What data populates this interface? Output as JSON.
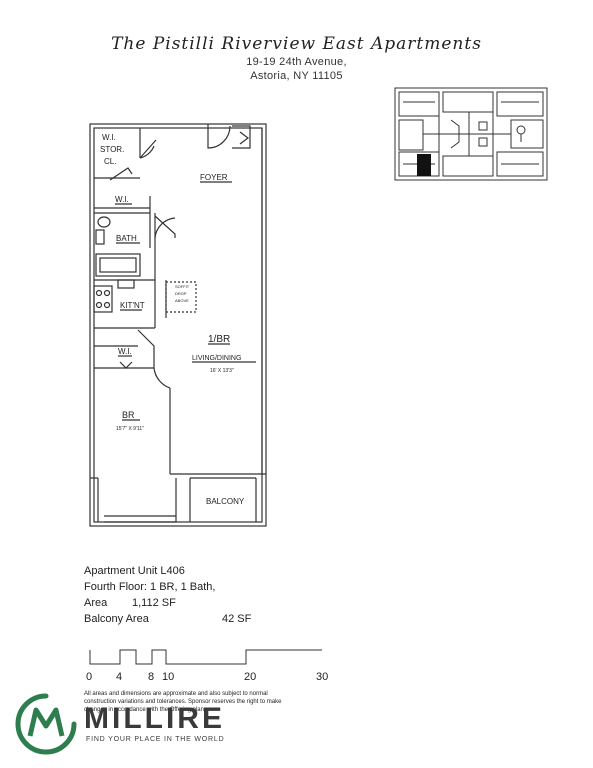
{
  "header": {
    "title": "The Pistilli Riverview East Apartments",
    "address_line1": "19-19 24th Avenue,",
    "address_line2": "Astoria, NY 11105"
  },
  "floorplan": {
    "rooms": {
      "wi_stor_cl_1": "W.I.",
      "wi_stor_cl_2": "STOR.",
      "wi_stor_cl_3": "CL.",
      "foyer": "FOYER",
      "wi_upper": "W.I.",
      "bath": "BATH",
      "kitchen": "KIT'NT",
      "soffit_1": "SOFFIT",
      "soffit_2": "DROP",
      "soffit_3": "ABOVE",
      "living_title": "1/BR",
      "living": "LIVING/DINING",
      "living_dims": "16' X 13'3\"",
      "wi_lower": "W.I.",
      "bedroom": "BR",
      "bedroom_dims": "15'7\" X 9'11\"",
      "balcony": "BALCONY"
    }
  },
  "info": {
    "unit": "Apartment Unit L406",
    "floor": "Fourth Floor: 1 BR, 1 Bath,",
    "area_label": "Area",
    "area_value": "1,112 SF",
    "balcony_label": "Balcony Area",
    "balcony_value": "42 SF"
  },
  "scale": {
    "labels": [
      "0",
      "4",
      "8",
      "10",
      "20",
      "30"
    ]
  },
  "disclaimer": "All areas and dimensions are approximate and also subject to normal construction variations and tolerances. Sponsor reserves the right to make changes in accordance with the Offering plan.",
  "logo": {
    "name": "MILLIRE",
    "tagline": "FIND YOUR PLACE IN THE WORLD",
    "accent": "#2e7d4f"
  }
}
